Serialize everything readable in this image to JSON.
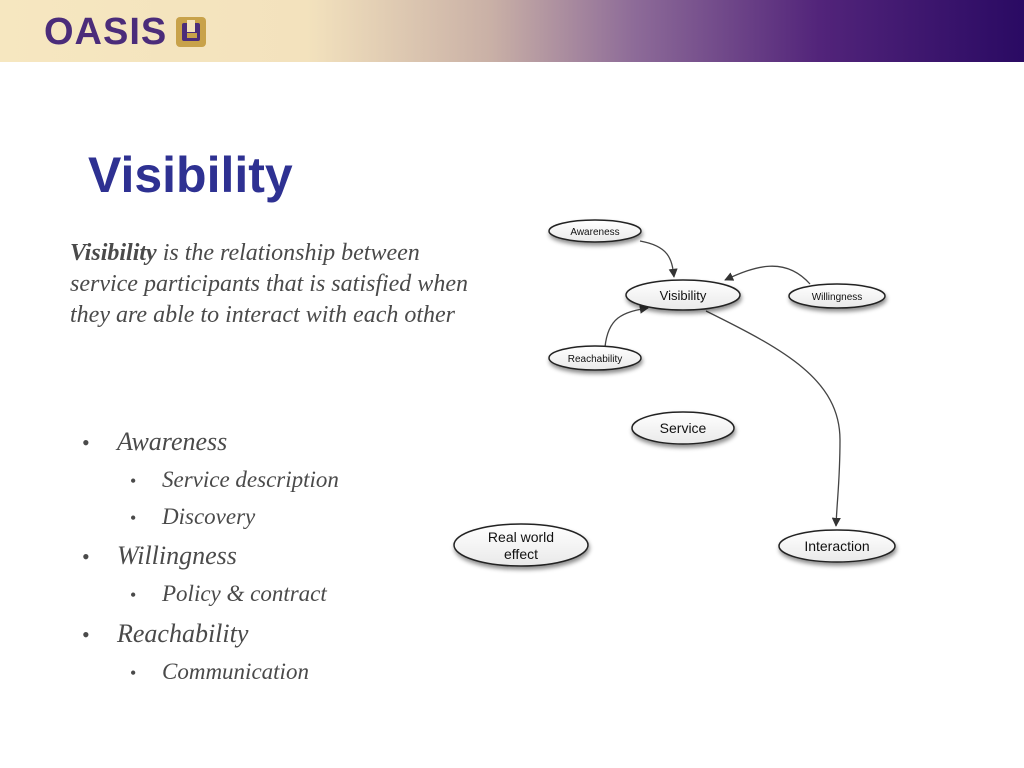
{
  "header": {
    "logo_text": "OASIS"
  },
  "title": "Visibility",
  "definition": {
    "term": "Visibility",
    "text": " is the relationship between service participants that is satisfied when they are able to interact with each other"
  },
  "bullets": [
    {
      "label": "Awareness",
      "children": [
        "Service description",
        "Discovery"
      ]
    },
    {
      "label": "Willingness",
      "children": [
        "Policy & contract"
      ]
    },
    {
      "label": "Reachability",
      "children": [
        "Communication"
      ]
    }
  ],
  "diagram": {
    "nodes": {
      "awareness": "Awareness",
      "visibility": "Visibility",
      "willingness": "Willingness",
      "reachability": "Reachability",
      "service": "Service",
      "real_world_effect_line1": "Real world",
      "real_world_effect_line2": "effect",
      "interaction": "Interaction"
    }
  }
}
